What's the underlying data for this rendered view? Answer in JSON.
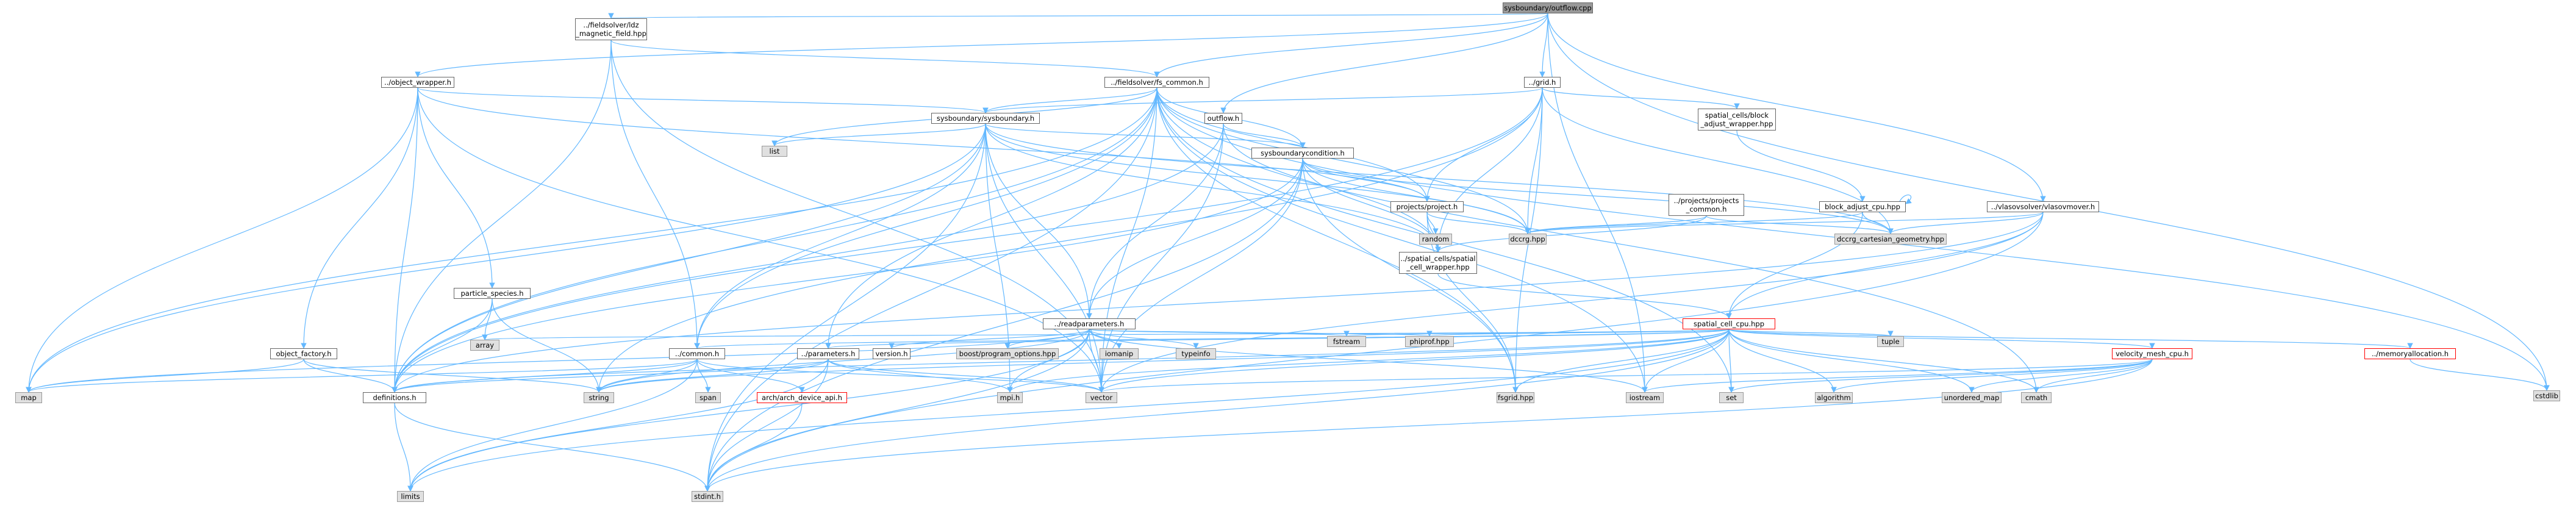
{
  "nodes": [
    {
      "id": "root",
      "label": "sysboundary/outflow.cpp",
      "style": "root"
    },
    {
      "id": "magnetic",
      "label": "../fieldsolver/ldz\n_magnetic_field.hpp",
      "style": "file"
    },
    {
      "id": "object_wrapper",
      "label": "../object_wrapper.h",
      "style": "file"
    },
    {
      "id": "fs_common",
      "label": "../fieldsolver/fs_common.h",
      "style": "file"
    },
    {
      "id": "grid",
      "label": "../grid.h",
      "style": "file"
    },
    {
      "id": "sysboundary_h",
      "label": "sysboundary/sysboundary.h",
      "style": "file"
    },
    {
      "id": "outflow_h",
      "label": "outflow.h",
      "style": "file"
    },
    {
      "id": "block_adjust_wrap",
      "label": "spatial_cells/block\n_adjust_wrapper.hpp",
      "style": "file"
    },
    {
      "id": "list",
      "label": "list",
      "style": "sys"
    },
    {
      "id": "sysboundarycondition",
      "label": "sysboundarycondition.h",
      "style": "file"
    },
    {
      "id": "projects_project",
      "label": "projects/project.h",
      "style": "file"
    },
    {
      "id": "projects_common",
      "label": "../projects/projects\n_common.h",
      "style": "file"
    },
    {
      "id": "block_adjust_cpu",
      "label": "block_adjust_cpu.hpp",
      "style": "file"
    },
    {
      "id": "vlasovmover",
      "label": "../vlasovsolver/vlasovmover.h",
      "style": "file"
    },
    {
      "id": "random",
      "label": "random",
      "style": "sys"
    },
    {
      "id": "dccrg",
      "label": "dccrg.hpp",
      "style": "sys"
    },
    {
      "id": "dccrg_cart",
      "label": "dccrg_cartesian_geometry.hpp",
      "style": "sys"
    },
    {
      "id": "spatial_wrapper",
      "label": "../spatial_cells/spatial\n_cell_wrapper.hpp",
      "style": "file"
    },
    {
      "id": "particle_species",
      "label": "particle_species.h",
      "style": "file"
    },
    {
      "id": "readparameters",
      "label": "../readparameters.h",
      "style": "file"
    },
    {
      "id": "spatial_cell_cpu",
      "label": "spatial_cell_cpu.hpp",
      "style": "red"
    },
    {
      "id": "array",
      "label": "array",
      "style": "sys"
    },
    {
      "id": "object_factory",
      "label": "object_factory.h",
      "style": "file"
    },
    {
      "id": "common_h",
      "label": "../common.h",
      "style": "file"
    },
    {
      "id": "parameters_h",
      "label": "../parameters.h",
      "style": "file"
    },
    {
      "id": "version_h",
      "label": "version.h",
      "style": "file"
    },
    {
      "id": "boost_po",
      "label": "boost/program_options.hpp",
      "style": "sys"
    },
    {
      "id": "iomanip",
      "label": "iomanip",
      "style": "sys"
    },
    {
      "id": "typeinfo",
      "label": "typeinfo",
      "style": "sys"
    },
    {
      "id": "fstream",
      "label": "fstream",
      "style": "sys"
    },
    {
      "id": "phiprof",
      "label": "phiprof.hpp",
      "style": "sys"
    },
    {
      "id": "tuple",
      "label": "tuple",
      "style": "sys"
    },
    {
      "id": "velocity_mesh",
      "label": "velocity_mesh_cpu.h",
      "style": "red"
    },
    {
      "id": "memoryallocation",
      "label": "../memoryallocation.h",
      "style": "red"
    },
    {
      "id": "cstdlib",
      "label": "cstdlib",
      "style": "sys"
    },
    {
      "id": "map",
      "label": "map",
      "style": "sys"
    },
    {
      "id": "definitions",
      "label": "definitions.h",
      "style": "file"
    },
    {
      "id": "string",
      "label": "string",
      "style": "sys"
    },
    {
      "id": "span",
      "label": "span",
      "style": "sys"
    },
    {
      "id": "arch_device",
      "label": "arch/arch_device_api.h",
      "style": "red"
    },
    {
      "id": "vector",
      "label": "vector",
      "style": "sys"
    },
    {
      "id": "mpi",
      "label": "mpi.h",
      "style": "sys"
    },
    {
      "id": "fsgrid",
      "label": "fsgrid.hpp",
      "style": "sys"
    },
    {
      "id": "iostream",
      "label": "iostream",
      "style": "sys"
    },
    {
      "id": "set",
      "label": "set",
      "style": "sys"
    },
    {
      "id": "algorithm",
      "label": "algorithm",
      "style": "sys"
    },
    {
      "id": "unordered_map",
      "label": "unordered_map",
      "style": "sys"
    },
    {
      "id": "cmath",
      "label": "cmath",
      "style": "sys"
    },
    {
      "id": "limits",
      "label": "limits",
      "style": "sys"
    },
    {
      "id": "stdint",
      "label": "stdint.h",
      "style": "sys"
    }
  ],
  "edges": [
    [
      "root",
      "magnetic"
    ],
    [
      "root",
      "object_wrapper"
    ],
    [
      "root",
      "fs_common"
    ],
    [
      "root",
      "grid"
    ],
    [
      "root",
      "outflow_h"
    ],
    [
      "root",
      "vlasovmover"
    ],
    [
      "root",
      "cstdlib"
    ],
    [
      "root",
      "iostream"
    ],
    [
      "magnetic",
      "fs_common"
    ],
    [
      "magnetic",
      "definitions"
    ],
    [
      "magnetic",
      "common_h"
    ],
    [
      "magnetic",
      "vector"
    ],
    [
      "object_wrapper",
      "particle_species"
    ],
    [
      "object_wrapper",
      "object_factory"
    ],
    [
      "object_wrapper",
      "sysboundary_h"
    ],
    [
      "object_wrapper",
      "projects_project"
    ],
    [
      "object_wrapper",
      "definitions"
    ],
    [
      "object_wrapper",
      "map"
    ],
    [
      "object_wrapper",
      "vector"
    ],
    [
      "fs_common",
      "sysboundary_h"
    ],
    [
      "fs_common",
      "sysboundarycondition"
    ],
    [
      "fs_common",
      "projects_project"
    ],
    [
      "fs_common",
      "definitions"
    ],
    [
      "fs_common",
      "common_h"
    ],
    [
      "fs_common",
      "parameters_h"
    ],
    [
      "fs_common",
      "map"
    ],
    [
      "fs_common",
      "list"
    ],
    [
      "fs_common",
      "vector"
    ],
    [
      "fs_common",
      "fsgrid"
    ],
    [
      "fs_common",
      "cmath"
    ],
    [
      "fs_common",
      "iostream"
    ],
    [
      "fs_common",
      "set"
    ],
    [
      "fs_common",
      "stdint"
    ],
    [
      "fs_common",
      "cstdlib"
    ],
    [
      "fs_common",
      "dccrg"
    ],
    [
      "grid",
      "sysboundary_h"
    ],
    [
      "grid",
      "block_adjust_wrap"
    ],
    [
      "grid",
      "projects_project"
    ],
    [
      "grid",
      "spatial_wrapper"
    ],
    [
      "grid",
      "definitions"
    ],
    [
      "grid",
      "dccrg"
    ],
    [
      "grid",
      "dccrg_cart"
    ],
    [
      "grid",
      "fsgrid"
    ],
    [
      "grid",
      "string"
    ],
    [
      "sysboundary_h",
      "list"
    ],
    [
      "sysboundary_h",
      "sysboundarycondition"
    ],
    [
      "sysboundary_h",
      "map"
    ],
    [
      "sysboundary_h",
      "readparameters"
    ],
    [
      "sysboundary_h",
      "spatial_wrapper"
    ],
    [
      "sysboundary_h",
      "common_h"
    ],
    [
      "sysboundary_h",
      "definitions"
    ],
    [
      "sysboundary_h",
      "vector"
    ],
    [
      "sysboundary_h",
      "mpi"
    ],
    [
      "sysboundary_h",
      "stdint"
    ],
    [
      "sysboundary_h",
      "dccrg"
    ],
    [
      "sysboundary_h",
      "dccrg_cart"
    ],
    [
      "outflow_h",
      "sysboundarycondition"
    ],
    [
      "outflow_h",
      "readparameters"
    ],
    [
      "outflow_h",
      "definitions"
    ],
    [
      "outflow_h",
      "vector"
    ],
    [
      "outflow_h",
      "spatial_wrapper"
    ],
    [
      "block_adjust_wrap",
      "block_adjust_cpu"
    ],
    [
      "sysboundarycondition",
      "projects_project"
    ],
    [
      "sysboundarycondition",
      "spatial_wrapper"
    ],
    [
      "sysboundarycondition",
      "dccrg"
    ],
    [
      "sysboundarycondition",
      "dccrg_cart"
    ],
    [
      "sysboundarycondition",
      "definitions"
    ],
    [
      "sysboundarycondition",
      "readparameters"
    ],
    [
      "sysboundarycondition",
      "fsgrid"
    ],
    [
      "sysboundarycondition",
      "vector"
    ],
    [
      "sysboundarycondition",
      "stdint"
    ],
    [
      "projects_project",
      "random"
    ],
    [
      "projects_project",
      "dccrg"
    ],
    [
      "projects_project",
      "spatial_wrapper"
    ],
    [
      "projects_project",
      "fsgrid"
    ],
    [
      "projects_common",
      "spatial_wrapper"
    ],
    [
      "projects_common",
      "dccrg"
    ],
    [
      "projects_common",
      "dccrg_cart"
    ],
    [
      "block_adjust_cpu",
      "block_adjust_cpu"
    ],
    [
      "block_adjust_cpu",
      "dccrg"
    ],
    [
      "block_adjust_cpu",
      "dccrg_cart"
    ],
    [
      "block_adjust_cpu",
      "spatial_cell_cpu"
    ],
    [
      "vlasovmover",
      "dccrg"
    ],
    [
      "vlasovmover",
      "dccrg_cart"
    ],
    [
      "vlasovmover",
      "spatial_cell_cpu"
    ],
    [
      "vlasovmover",
      "vector"
    ],
    [
      "vlasovmover",
      "stdint"
    ],
    [
      "vlasovmover",
      "definitions"
    ],
    [
      "spatial_wrapper",
      "spatial_cell_cpu"
    ],
    [
      "particle_species",
      "array"
    ],
    [
      "particle_species",
      "definitions"
    ],
    [
      "particle_species",
      "string"
    ],
    [
      "readparameters",
      "version_h"
    ],
    [
      "readparameters",
      "boost_po"
    ],
    [
      "readparameters",
      "iomanip"
    ],
    [
      "readparameters",
      "typeinfo"
    ],
    [
      "readparameters",
      "fstream"
    ],
    [
      "readparameters",
      "phiprof"
    ],
    [
      "readparameters",
      "limits"
    ],
    [
      "readparameters",
      "map"
    ],
    [
      "readparameters",
      "string"
    ],
    [
      "readparameters",
      "vector"
    ],
    [
      "readparameters",
      "mpi"
    ],
    [
      "readparameters",
      "stdint"
    ],
    [
      "readparameters",
      "iostream"
    ],
    [
      "spatial_cell_cpu",
      "common_h"
    ],
    [
      "spatial_cell_cpu",
      "parameters_h"
    ],
    [
      "spatial_cell_cpu",
      "array"
    ],
    [
      "spatial_cell_cpu",
      "definitions"
    ],
    [
      "spatial_cell_cpu",
      "phiprof"
    ],
    [
      "spatial_cell_cpu",
      "fstream"
    ],
    [
      "spatial_cell_cpu",
      "tuple"
    ],
    [
      "spatial_cell_cpu",
      "velocity_mesh"
    ],
    [
      "spatial_cell_cpu",
      "memoryallocation"
    ],
    [
      "spatial_cell_cpu",
      "vector"
    ],
    [
      "spatial_cell_cpu",
      "mpi"
    ],
    [
      "spatial_cell_cpu",
      "fsgrid"
    ],
    [
      "spatial_cell_cpu",
      "iostream"
    ],
    [
      "spatial_cell_cpu",
      "set"
    ],
    [
      "spatial_cell_cpu",
      "algorithm"
    ],
    [
      "spatial_cell_cpu",
      "unordered_map"
    ],
    [
      "spatial_cell_cpu",
      "cmath"
    ],
    [
      "spatial_cell_cpu",
      "limits"
    ],
    [
      "spatial_cell_cpu",
      "stdint"
    ],
    [
      "spatial_cell_cpu",
      "string"
    ],
    [
      "object_factory",
      "map"
    ],
    [
      "object_factory",
      "definitions"
    ],
    [
      "object_factory",
      "string"
    ],
    [
      "common_h",
      "definitions"
    ],
    [
      "common_h",
      "string"
    ],
    [
      "common_h",
      "span"
    ],
    [
      "common_h",
      "arch_device"
    ],
    [
      "common_h",
      "vector"
    ],
    [
      "common_h",
      "limits"
    ],
    [
      "common_h",
      "map"
    ],
    [
      "parameters_h",
      "definitions"
    ],
    [
      "parameters_h",
      "string"
    ],
    [
      "parameters_h",
      "limits"
    ],
    [
      "parameters_h",
      "vector"
    ],
    [
      "parameters_h",
      "mpi"
    ],
    [
      "parameters_h",
      "stdint"
    ],
    [
      "velocity_mesh",
      "vector"
    ],
    [
      "velocity_mesh",
      "set"
    ],
    [
      "velocity_mesh",
      "algorithm"
    ],
    [
      "velocity_mesh",
      "unordered_map"
    ],
    [
      "velocity_mesh",
      "cmath"
    ],
    [
      "velocity_mesh",
      "iostream"
    ],
    [
      "velocity_mesh",
      "stdint"
    ],
    [
      "memoryallocation",
      "cstdlib"
    ],
    [
      "definitions",
      "stdint"
    ],
    [
      "definitions",
      "limits"
    ],
    [
      "arch_device",
      "stdint"
    ]
  ],
  "colors": {
    "edge": "#63b8ff",
    "arrow": "#63b8ff",
    "node_border": "#666666",
    "sys_fill": "#e0e0e0",
    "root_fill": "#999999",
    "highlight_border": "#ff0000"
  }
}
